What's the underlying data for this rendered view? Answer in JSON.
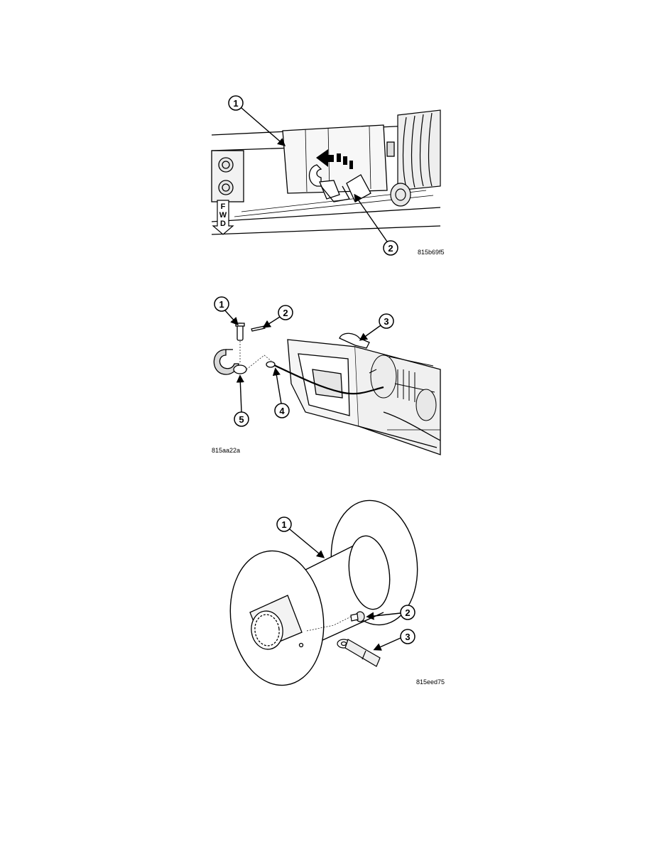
{
  "figures": [
    {
      "id_label": "815b69f5",
      "callouts": [
        "1",
        "2"
      ],
      "direction_letters": [
        "F",
        "W",
        "D"
      ]
    },
    {
      "id_label": "815aa22a",
      "callouts": [
        "1",
        "2",
        "3",
        "4",
        "5"
      ]
    },
    {
      "id_label": "815eed75",
      "callouts": [
        "1",
        "2",
        "3"
      ]
    }
  ]
}
